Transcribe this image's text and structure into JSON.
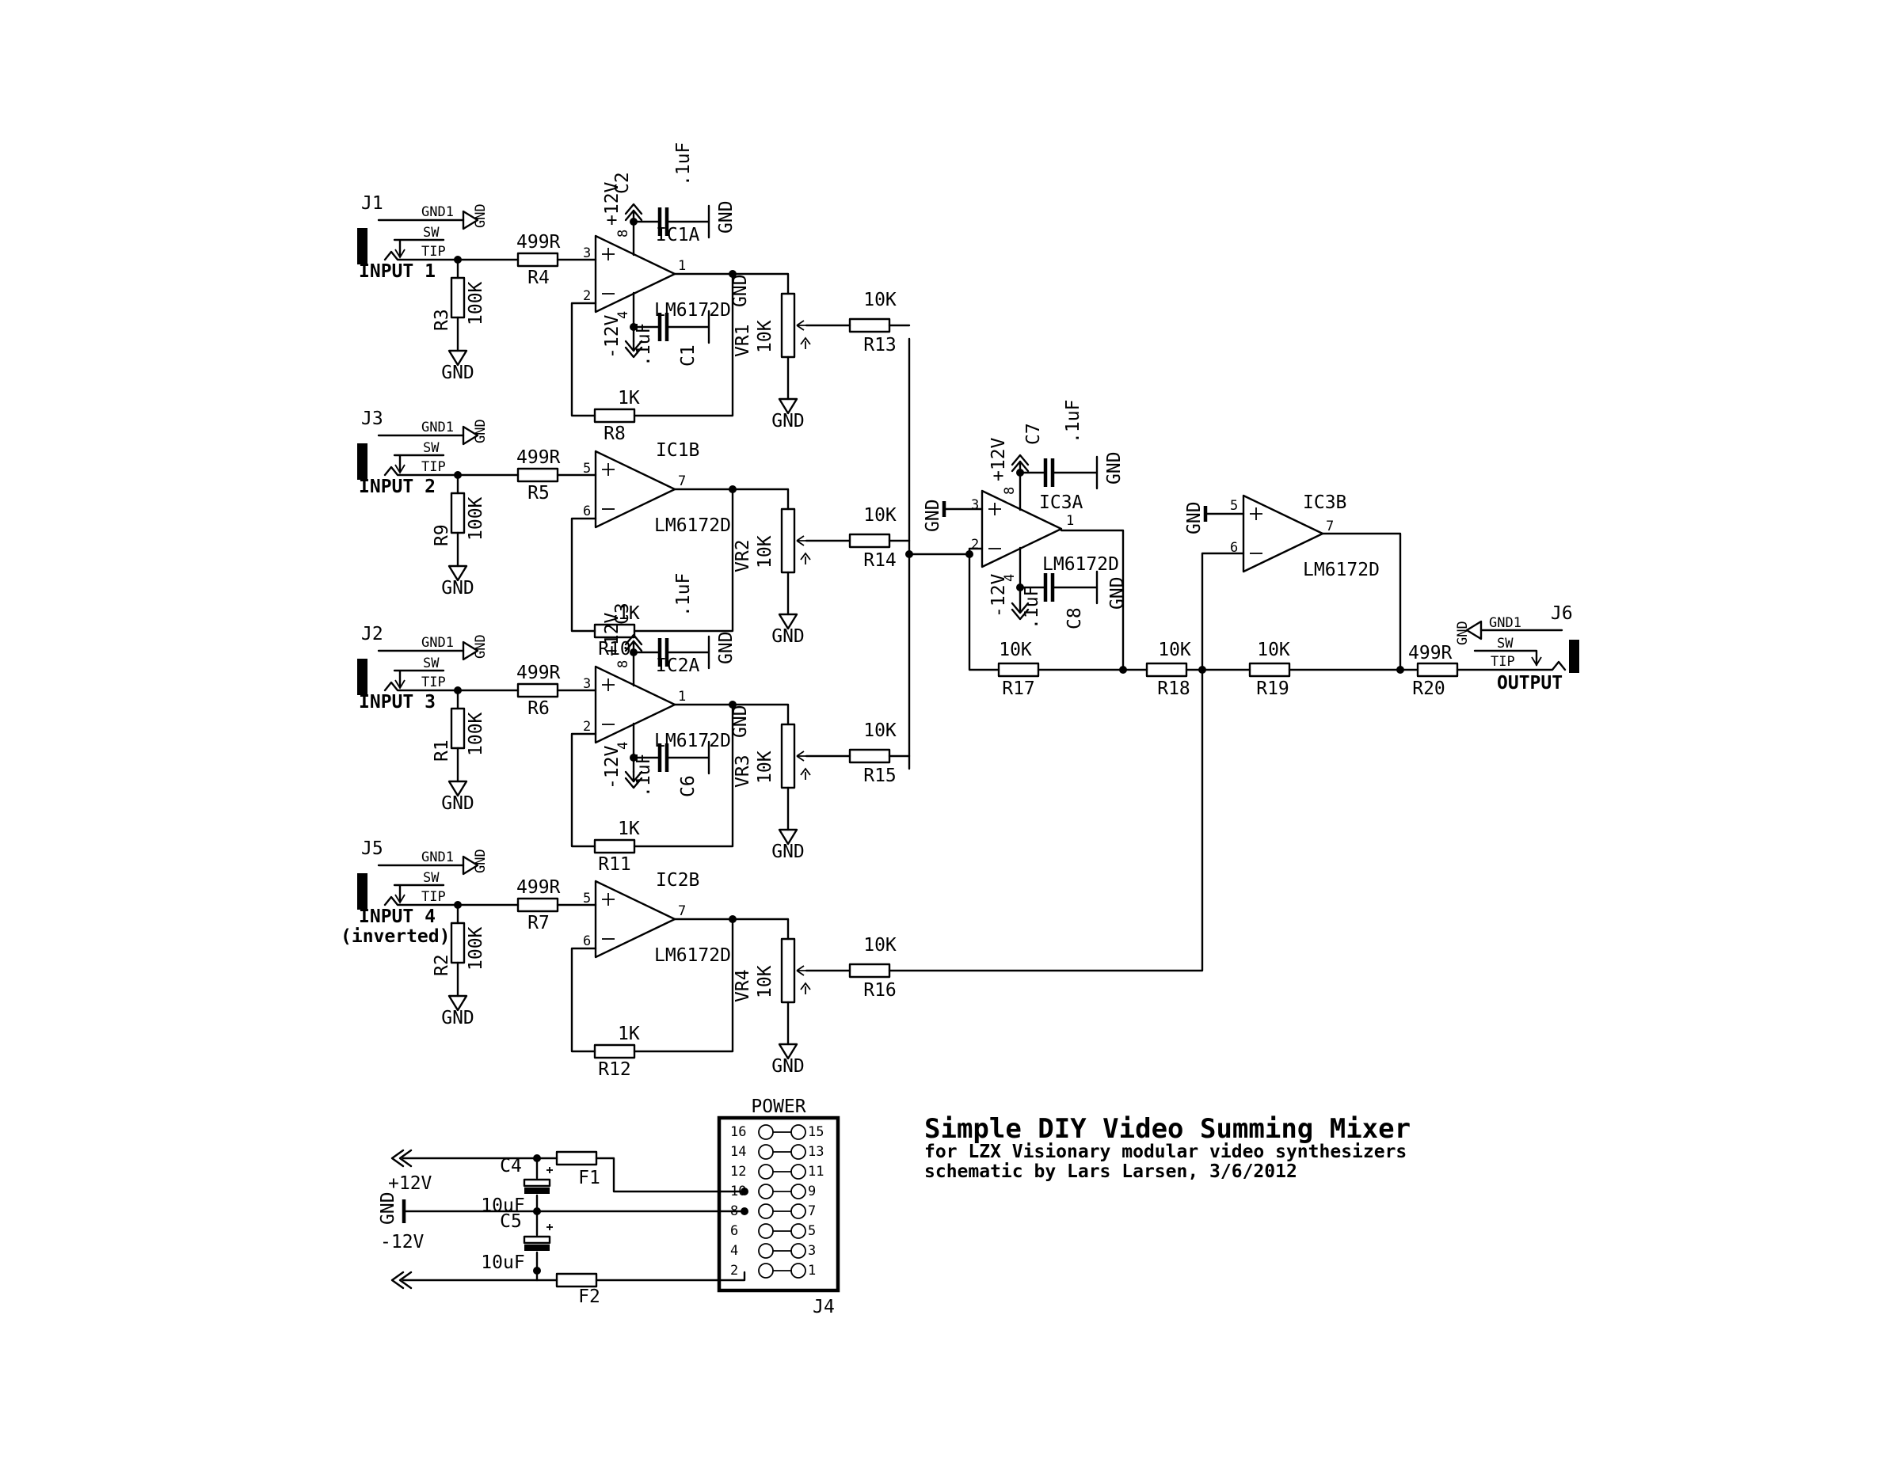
{
  "title": {
    "main": "Simple DIY Video Summing Mixer",
    "line1": "for LZX Visionary modular video synthesizers",
    "line2": "schematic by Lars Larsen, 3/6/2012"
  },
  "common": {
    "gnd": "GND",
    "gnd1": "GND1",
    "sw": "SW",
    "tip": "TIP",
    "v_pos": "+12V",
    "v_neg": "-12V",
    "cap_01uf": ".1uF",
    "opamp_model": "LM6172D"
  },
  "inputs": [
    {
      "jack": "J1",
      "label": "INPUT 1",
      "r_ser": "R4",
      "r_ser_val": "499R",
      "r_pd": "R3",
      "r_pd_val": "100K"
    },
    {
      "jack": "J3",
      "label": "INPUT 2",
      "r_ser": "R5",
      "r_ser_val": "499R",
      "r_pd": "R9",
      "r_pd_val": "100K"
    },
    {
      "jack": "J2",
      "label": "INPUT 3",
      "r_ser": "R6",
      "r_ser_val": "499R",
      "r_pd": "R1",
      "r_pd_val": "100K"
    },
    {
      "jack": "J5",
      "label": "INPUT 4",
      "label2": "(inverted)",
      "r_ser": "R7",
      "r_ser_val": "499R",
      "r_pd": "R2",
      "r_pd_val": "100K"
    }
  ],
  "buffers": [
    {
      "ic": "IC1A",
      "pin_in": "3",
      "pin_fb": "2",
      "pin_out": "1",
      "fb_r": "R8",
      "fb_val": "1K",
      "pot": "VR1",
      "pot_val": "10K",
      "sum_r": "R13",
      "sum_val": "10K"
    },
    {
      "ic": "IC1B",
      "pin_in": "5",
      "pin_fb": "6",
      "pin_out": "7",
      "fb_r": "R10",
      "fb_val": "1K",
      "pot": "VR2",
      "pot_val": "10K",
      "sum_r": "R14",
      "sum_val": "10K"
    },
    {
      "ic": "IC2A",
      "pin_in": "3",
      "pin_fb": "2",
      "pin_out": "1",
      "fb_r": "R11",
      "fb_val": "1K",
      "pot": "VR3",
      "pot_val": "10K",
      "sum_r": "R15",
      "sum_val": "10K"
    },
    {
      "ic": "IC2B",
      "pin_in": "5",
      "pin_fb": "6",
      "pin_out": "7",
      "fb_r": "R12",
      "fb_val": "1K",
      "pot": "VR4",
      "pot_val": "10K",
      "sum_r": "R16",
      "sum_val": "10K"
    }
  ],
  "decoupling": {
    "c2": "C2",
    "c1": "C1",
    "c3": "C3",
    "c6": "C6",
    "c7": "C7",
    "c8": "C8",
    "pin8": "8",
    "pin4": "4"
  },
  "summing": {
    "ic": "IC3A",
    "pin_pos": "3",
    "pin_neg": "2",
    "pin_out": "1",
    "r17": "R17",
    "r17_val": "10K",
    "r18": "R18",
    "r18_val": "10K"
  },
  "inverter": {
    "ic": "IC3B",
    "pin_pos": "5",
    "pin_neg": "6",
    "pin_out": "7",
    "r19": "R19",
    "r19_val": "10K"
  },
  "output": {
    "jack": "J6",
    "label": "OUTPUT",
    "r20": "R20",
    "r20_val": "499R",
    "gnd_overlap": "GND1"
  },
  "power": {
    "header_label": "POWER",
    "header_ref": "J4",
    "pins_left": [
      "16",
      "14",
      "12",
      "10",
      "8",
      "6",
      "4",
      "2"
    ],
    "pins_right": [
      "15",
      "13",
      "11",
      "9",
      "7",
      "5",
      "3",
      "1"
    ],
    "c4": "C4",
    "c5": "C5",
    "cap_val": "10uF",
    "f1": "F1",
    "f2": "F2",
    "pos": "+12V",
    "neg": "-12V",
    "gnd": "GND"
  }
}
